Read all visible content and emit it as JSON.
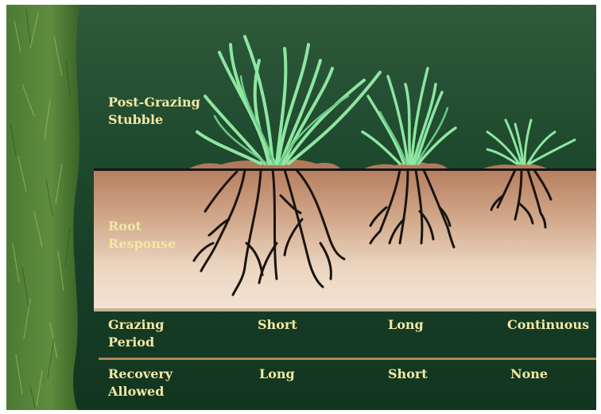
{
  "labels": {
    "stubble_line1": "Post-Grazing",
    "stubble_line2": "Stubble",
    "root_line1": "Root",
    "root_line2": "Response"
  },
  "rows": {
    "grazing": {
      "label_line1": "Grazing",
      "label_line2": "Period",
      "values": [
        "Short",
        "Long",
        "Continuous"
      ]
    },
    "recovery": {
      "label_line1": "Recovery",
      "label_line2": "Allowed",
      "values": [
        "Long",
        "Short",
        "None"
      ]
    }
  },
  "colors": {
    "background": "#1f4a2e",
    "grass": "#8ee6a2",
    "roots": "#1a1410",
    "text": "#f2e8a4",
    "soil_top": "#b77e60",
    "soil_bottom": "#f3e4d3"
  }
}
